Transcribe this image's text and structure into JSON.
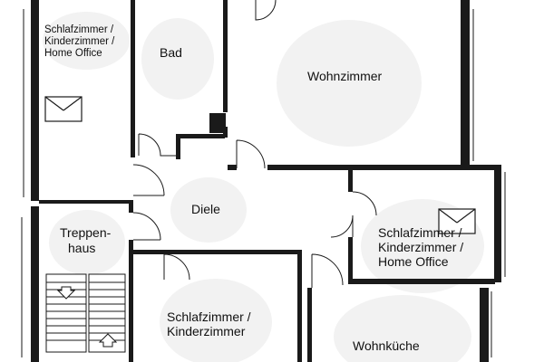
{
  "rooms": {
    "schlafzimmer_top_left": [
      "Schlafzimmer /",
      "Kinderzimmer /",
      "Home Office"
    ],
    "bad": "Bad",
    "wohnzimmer": "Wohnzimmer",
    "diele": "Diele",
    "treppenhaus": [
      "Treppen-",
      "haus"
    ],
    "schlafzimmer_right": [
      "Schlafzimmer /",
      "Kinderzimmer /",
      "Home Office"
    ],
    "schlafzimmer_bottom": [
      "Schlafzimmer /",
      "Kinderzimmer"
    ],
    "wohnkueche": "Wohnküche"
  },
  "colors": {
    "wall": "#1a1a1a",
    "background": "#ffffff",
    "room_highlight": "#f1f1f1"
  },
  "icons": [
    "window-box-icon",
    "stair-arrow-down-icon",
    "stair-arrow-up-icon"
  ]
}
